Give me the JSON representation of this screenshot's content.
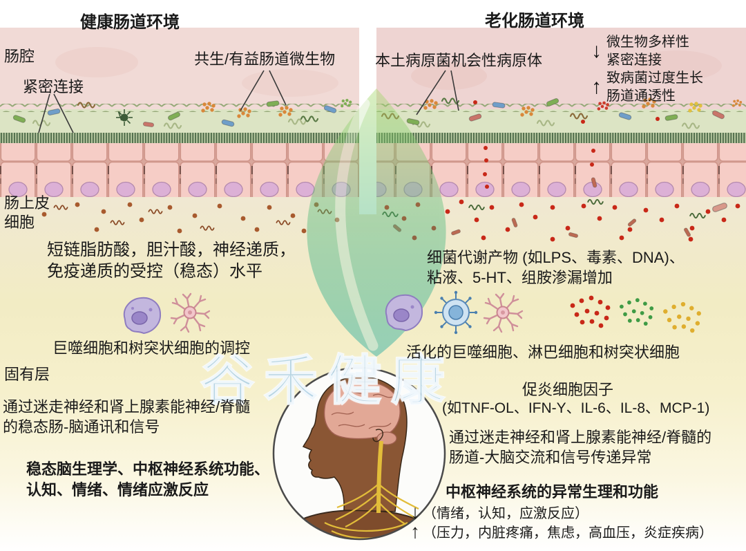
{
  "watermark": "谷禾健康",
  "colors": {
    "lumen_pink": "#f1dad6",
    "mucus_green": "#dce4c4",
    "cell_pink": "#f6cdc6",
    "nucleus_purple": "#dcb0d6",
    "accent_red": "#c82818",
    "leaf_green": "#4db87a",
    "watermark_blue": "#a3c9df"
  },
  "left": {
    "title": "健康肠道环境",
    "lumen": "肠腔",
    "tight_junction": "紧密连接",
    "microbes": "共生/有益肠道微生物",
    "epithelium_line1": "肠上皮",
    "epithelium_line2": "细胞",
    "metabolites_line1": "短链脂肪酸，胆汁酸，神经递质，",
    "metabolites_line2": "免疫递质的受控（稳态）水平",
    "immune": "巨噬细胞和树突状细胞的调控",
    "lamina": "固有层",
    "signaling_line1": "通过迷走神经和肾上腺素能神经/脊髓",
    "signaling_line2": "的稳态肠-脑通讯和信号",
    "cns_line1": "稳态脑生理学、中枢神经系统功能、",
    "cns_line2": "认知、情绪、情绪应激反应"
  },
  "right": {
    "title": "老化肠道环境",
    "pathogens": "本土病原菌机会性病原体",
    "down_arrow": "↓",
    "up_arrow": "↑",
    "decrease_items": [
      "微生物多样性",
      "紧密连接"
    ],
    "increase_items": [
      "致病菌过度生长",
      "肠道通透性"
    ],
    "metabolites_line1": "细菌代谢产物 (如LPS、毒素、DNA)、",
    "metabolites_line2": "粘液、5-HT、组胺渗漏增加",
    "immune": "活化的巨噬细胞、淋巴细胞和树突状细胞",
    "cytokines_line1": "促炎细胞因子",
    "cytokines_line2": "(如TNF-OL、IFN-Y、IL-6、IL-8、MCP-1)",
    "signaling_line1": "通过迷走神经和肾上腺素能神经/脊髓的",
    "signaling_line2": "肠道-大脑交流和信号传递异常",
    "cns": "中枢神经系统的异常生理和功能",
    "outcome_down_arrow": "↓",
    "outcome_down_text": "（情绪，认知，应激反应）",
    "outcome_up_arrow": "↑",
    "outcome_up_text": "（压力，内脏疼痛，焦虑，高血压，炎症疾病）"
  }
}
